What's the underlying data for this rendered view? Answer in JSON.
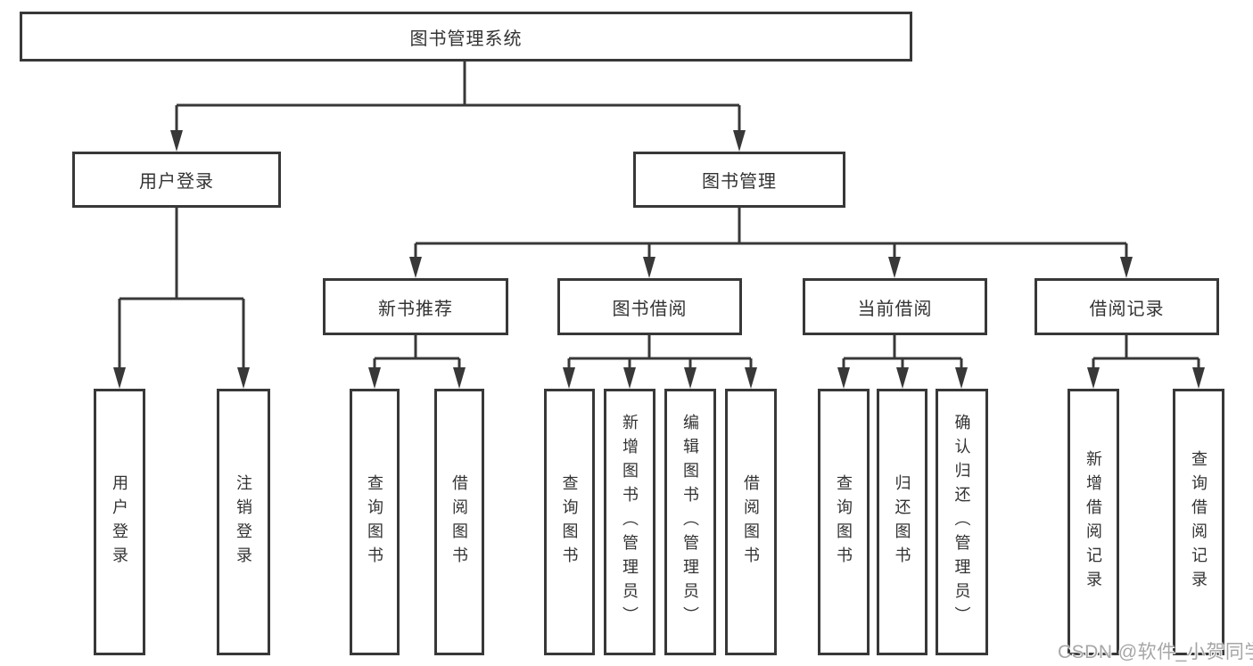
{
  "page": {
    "background": "#ffffff",
    "line_color": "#383838",
    "box_border_color": "#383838",
    "text_color": "#333333"
  },
  "diagram": {
    "root": {
      "label": "图书管理系统"
    },
    "branches": [
      {
        "label": "用户登录",
        "children": [
          {
            "label": "用户登录"
          },
          {
            "label": "注销登录"
          }
        ]
      },
      {
        "label": "图书管理",
        "sections": [
          {
            "label": "新书推荐",
            "children": [
              {
                "label": "查询图书"
              },
              {
                "label": "借阅图书"
              }
            ]
          },
          {
            "label": "图书借阅",
            "children": [
              {
                "label": "查询图书"
              },
              {
                "label": "新增图书（管理员）"
              },
              {
                "label": "编辑图书（管理员）"
              },
              {
                "label": "借阅图书"
              }
            ]
          },
          {
            "label": "当前借阅",
            "children": [
              {
                "label": "查询图书"
              },
              {
                "label": "归还图书"
              },
              {
                "label": "确认归还（管理员）"
              }
            ]
          },
          {
            "label": "借阅记录",
            "children": [
              {
                "label": "新增借阅记录"
              },
              {
                "label": "查询借阅记录"
              }
            ]
          }
        ]
      }
    ]
  },
  "watermark": {
    "text": "CSDN @软件_小贺同学"
  }
}
